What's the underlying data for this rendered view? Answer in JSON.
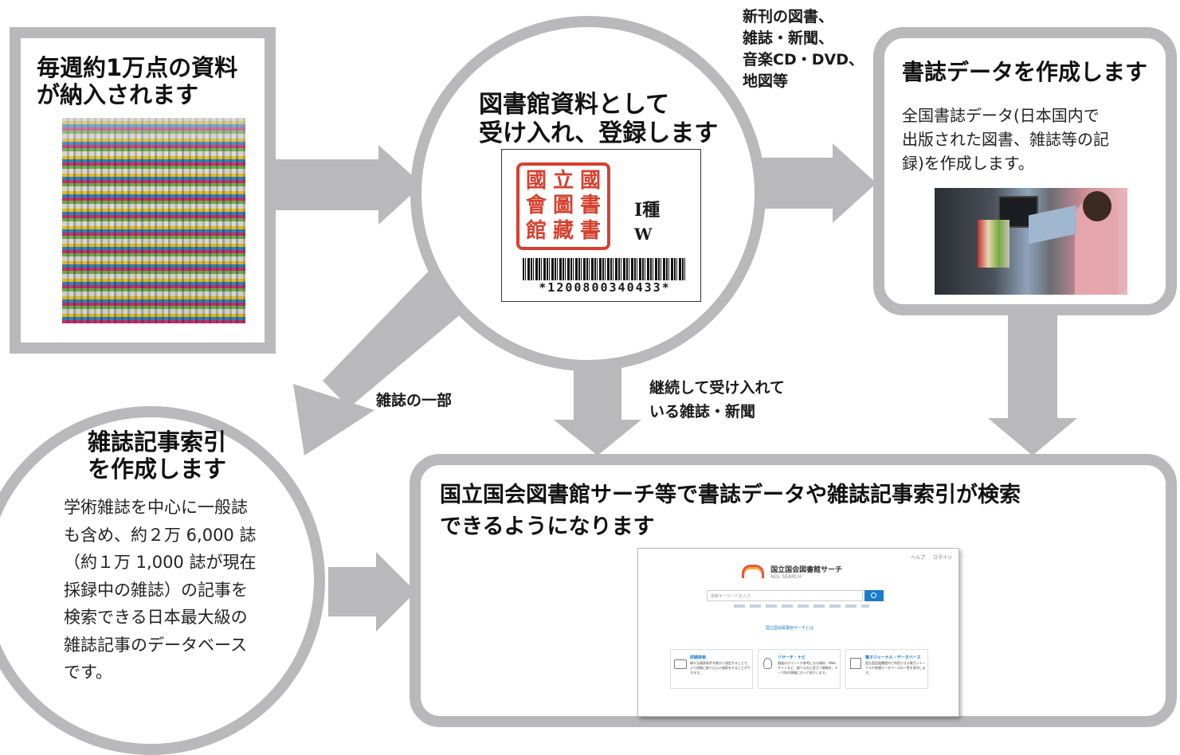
{
  "colors": {
    "frame": "#b9b9bb",
    "arrow": "#b9b9bb",
    "seal": "#d7402f",
    "ndl_accent": "#1c7bc8"
  },
  "box1": {
    "title_line1": "毎週約1万点の資料",
    "title_line2": "が納入されます"
  },
  "circle1": {
    "title_line1": "図書館資料として",
    "title_line2": "受け入れ、登録します",
    "card": {
      "seal_chars": [
        "國",
        "立",
        "國",
        "會",
        "圖",
        "書",
        "館",
        "藏",
        "書"
      ],
      "type": "Ⅰ種",
      "code": "W",
      "barcode_number": "*1200800340433*"
    }
  },
  "label_right_top": {
    "line1": "新刊の図書、",
    "line2": "雑誌・新聞、",
    "line3": "音楽CD・DVD、",
    "line4": "地図等"
  },
  "box2": {
    "title": "書誌データを作成します",
    "body_line1": "全国書誌データ(日本国内で",
    "body_line2": "出版された図書、雑誌等の記",
    "body_line3": "録)を作成します。"
  },
  "label_magazine_part": "雑誌の一部",
  "label_continuing": {
    "line1": "継続して受け入れて",
    "line2": "いる雑誌・新聞"
  },
  "circle2": {
    "title_line1": "雑誌記事索引",
    "title_line2": "を作成します",
    "body_line1": "学術雑誌を中心に一般誌",
    "body_line2": "も含め、約２万 6,000 誌",
    "body_line3": "（約１万 1,000 誌が現在",
    "body_line4": "採録中の雑誌）の記事を",
    "body_line5": "検索できる日本最大級の",
    "body_line6": "雑誌記事のデータベース",
    "body_line7": "です。"
  },
  "box3": {
    "title_line1": "国立国会図書館サーチ等で書誌データや雑誌記事索引が検索",
    "title_line2": "できるようになります"
  },
  "ndl_screen": {
    "logo_title": "国立国会図書館サーチ",
    "logo_sub": "NDL SEARCH",
    "search_placeholder": "検索キーワードを入力",
    "top_links": [
      "ヘルプ",
      "ログイン"
    ],
    "link_center": "国立国会図書館サーチとは",
    "cards": [
      {
        "title": "詳細検索",
        "text": "様々な検索条件を細かく指定することで、より詳細に絞り込んだ検索をすることができます。"
      },
      {
        "title": "リサーチ・ナビ",
        "text": "調査のポイントや参考になる資料・Webサイトなど、調べものに役立つ情報を、テーマ別の情報に沿って紹介します。"
      },
      {
        "title": "電子ジャーナル・データベース",
        "text": "国立国会図書館内で利用できる電子ジャーナルや各種データベースの一覧を案内します。"
      }
    ]
  }
}
